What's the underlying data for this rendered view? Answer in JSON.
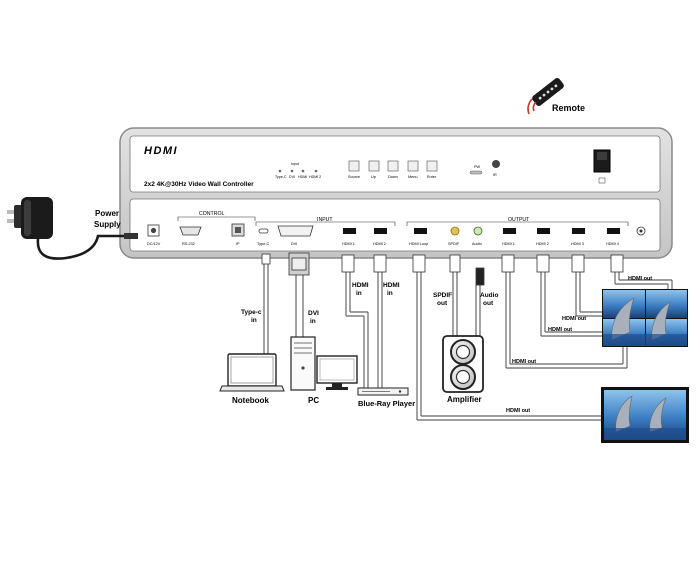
{
  "remote": {
    "label": "Remote",
    "icon": "remote-control-icon"
  },
  "device": {
    "logo": "HDMI",
    "model": "2x2 4K@30Hz Video Wall Controller",
    "input_indicator_title": "Input",
    "input_indicators": [
      "Type-C",
      "DVI",
      "HDMI",
      "HDMI 2"
    ],
    "buttons": [
      "Source",
      "Up",
      "Down",
      "Menu",
      "Enter"
    ],
    "pw_label": "PW",
    "ir_label": "IR",
    "rear_labels": {
      "control": "CONTROL",
      "input": "INPUT",
      "output": "OUTPUT",
      "dc": "DC/12V",
      "rs232": "RS-232",
      "ip": "IP",
      "typec": "Type-C",
      "dvi": "DVI",
      "hdmi_in_1": "HDMI 1",
      "hdmi_in_2": "HDMI 2",
      "hdmi_loop": "HDMI Loop",
      "spdif": "SPDIF",
      "audio": "Audio",
      "hdmi_out_1": "HDMI 1",
      "hdmi_out_2": "HDMI 2",
      "hdmi_out_3": "HDMI 3",
      "hdmi_out_4": "HDMI 4"
    }
  },
  "power_supply": {
    "label_1": "Power",
    "label_2": "Supply"
  },
  "cable_labels": {
    "typec_1": "Type-c",
    "typec_2": "in",
    "dvi_1": "DVI",
    "dvi_2": "in",
    "hdmi_in1_1": "HDMI",
    "hdmi_in1_2": "in",
    "hdmi_in2_1": "HDMI",
    "hdmi_in2_2": "in",
    "spdif_1": "SPDIF",
    "spdif_2": "out",
    "audio_1": "Audio",
    "audio_2": "out",
    "hdmi_out_a": "HDMI out",
    "hdmi_out_b": "HDMI out",
    "hdmi_out_c": "HDMI out",
    "hdmi_out_d": "HDMI out",
    "hdmi_out_loop": "HDMI out"
  },
  "sources": {
    "notebook": "Notebook",
    "pc": "PC",
    "bluray": "Blue-Ray Player"
  },
  "amplifier": {
    "label": "Amplifier"
  },
  "colors": {
    "case": "#d4d4d4",
    "case_edge": "#888888",
    "line": "#555555",
    "screen_sky": "#2f6fb4"
  }
}
